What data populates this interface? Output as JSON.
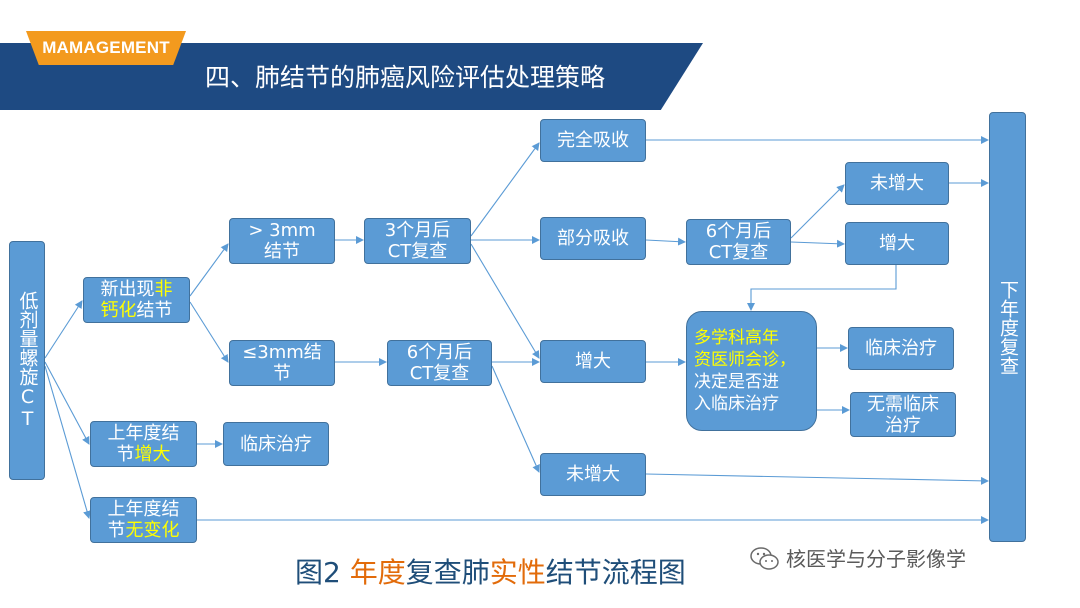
{
  "header": {
    "tag": "MAMAGEMENT",
    "title": "四、肺结节的肺癌风险评估处理策略"
  },
  "nodes": {
    "ldct": "低剂量螺旋CT",
    "new_pre": "新出现",
    "new_hl1": "非",
    "new_hl2": "钙化",
    "new_post": "结节",
    "gt3_line1": "> 3mm",
    "gt3_line2": "结节",
    "le3_line1": "≤3mm结",
    "le3_line2": "节",
    "ct3a_line1": "3个月后",
    "ct3a_line2": "CT复查",
    "ct6a_line1": "6个月后",
    "ct6a_line2": "CT复查",
    "complete": "完全吸收",
    "partial": "部分吸收",
    "enlarge": "增大",
    "noenlarge": "未增大",
    "ct6b_line1": "6个月后",
    "ct6b_line2": "CT复查",
    "noenlarge2": "未增大",
    "enlarge2": "增大",
    "mdt_line1": "多学科高年",
    "mdt_line2": "资医师会诊，",
    "mdt_line3": "决定是否进",
    "mdt_line4": "入临床治疗",
    "treat1": "临床治疗",
    "notreat_line1": "无需临床",
    "notreat_line2": "治疗",
    "lastyr_enl_line1": "上年度结",
    "lastyr_enl_pre": "节",
    "lastyr_enl_hl": "增大",
    "treat2": "临床治疗",
    "lastyr_same_line1": "上年度结",
    "lastyr_same_pre": "节",
    "lastyr_same_hl": "无变化",
    "annual": "下年度复查"
  },
  "caption": {
    "part1": "图2 ",
    "part2": "年度",
    "part3": "复查肺",
    "part4": "实性",
    "part5": "结节流程图"
  },
  "watermark": {
    "text": "核医学与分子影像学",
    "icon": "wechat-icon"
  },
  "colors": {
    "header_bg": "#1e4a82",
    "tag_bg": "#f39a1e",
    "box_fill": "#5b9bd5",
    "box_border": "#41719c",
    "highlight": "#ffff00",
    "caption_blue": "#1f4e79",
    "caption_orange": "#e26b0a"
  }
}
